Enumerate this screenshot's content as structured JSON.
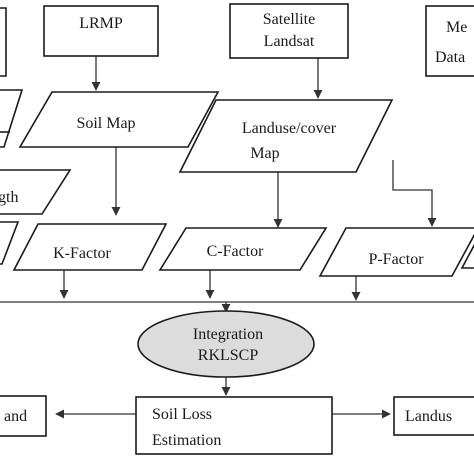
{
  "nodes": {
    "lrmp": "LRMP",
    "satellite": [
      "Satellite",
      "Landsat"
    ],
    "met": [
      "Me",
      "Data"
    ],
    "soil_map": "Soil Map",
    "landuse_map": [
      "Landuse/cover",
      "Map"
    ],
    "length": "gth",
    "k_factor": "K-Factor",
    "c_factor": "C-Factor",
    "p_factor": "P-Factor",
    "integration": [
      "Integration",
      "RKLSCP"
    ],
    "soil_loss": [
      "Soil Loss",
      "Estimation"
    ],
    "land_left": "and",
    "landuse_right": "Landus"
  },
  "colors": {
    "stroke": "#1a1a1a",
    "ellipse_fill": "#dcdcdc",
    "background": "#ffffff"
  }
}
